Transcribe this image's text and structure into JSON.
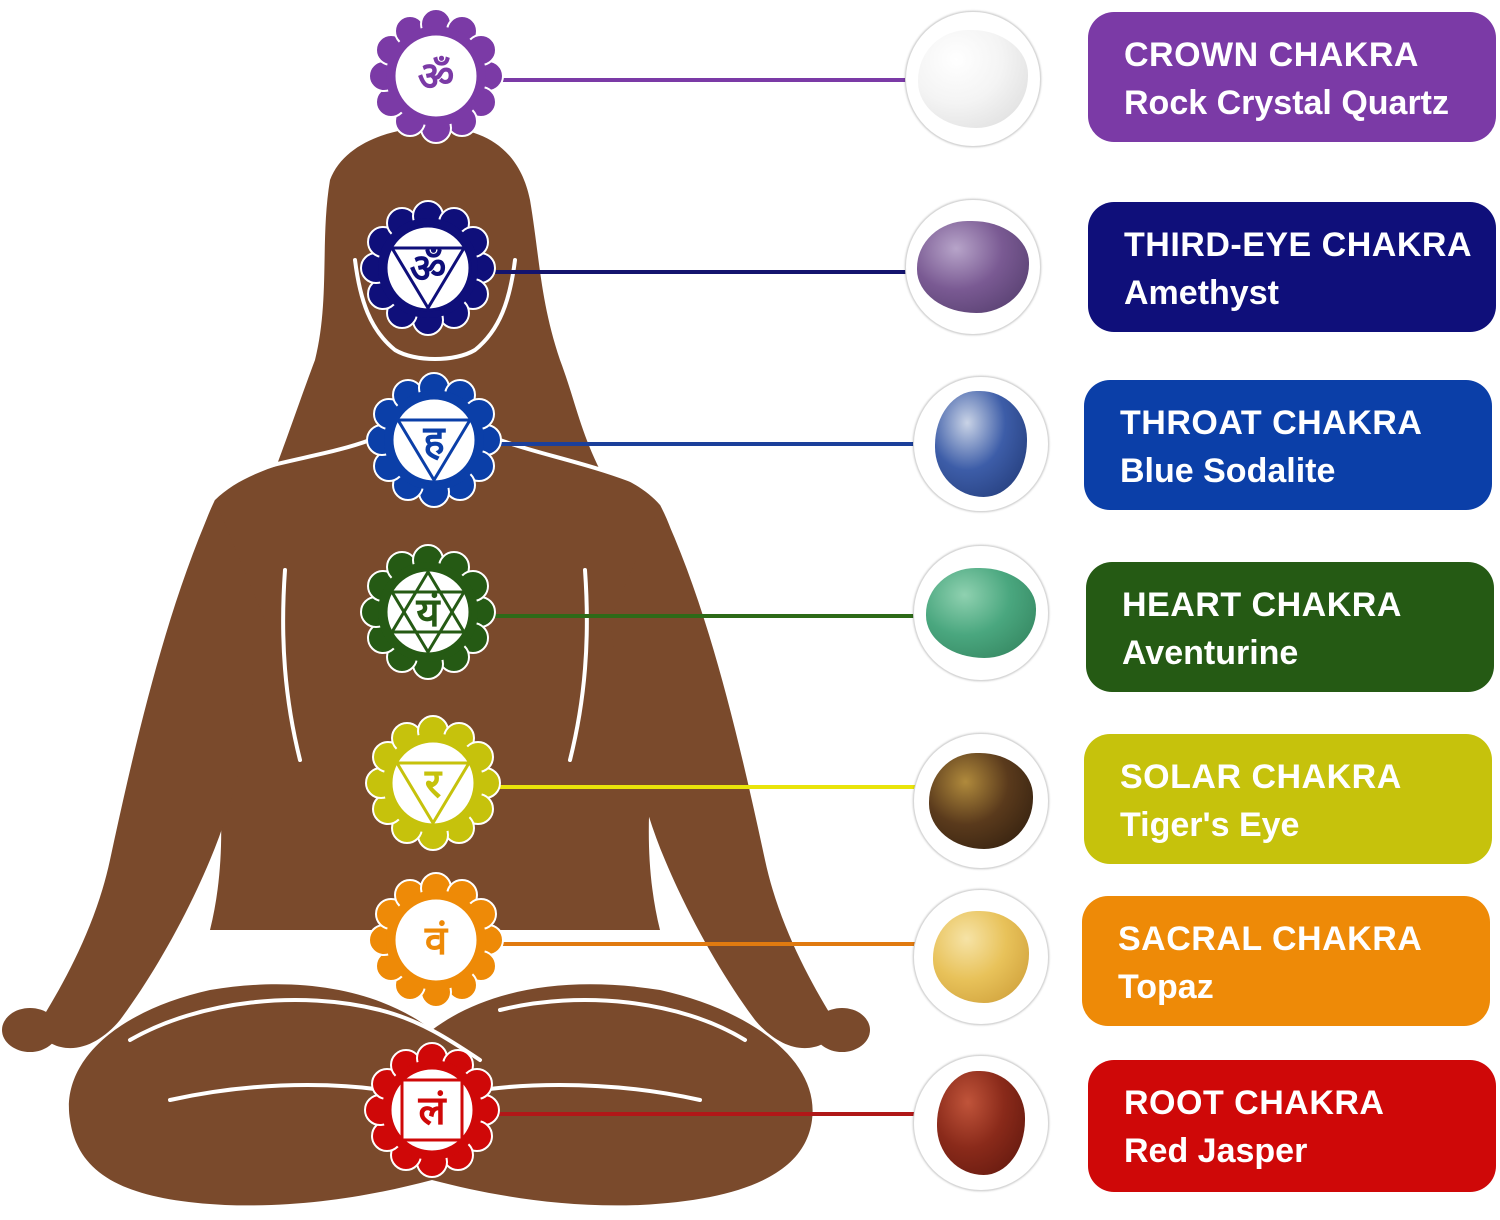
{
  "chakras": [
    {
      "id": "crown",
      "name": "CROWN CHAKRA",
      "stone": "Rock Crystal Quartz",
      "color": "#7b3aa6",
      "line_color": "#7b3aa6",
      "glyph": "ॐ",
      "stone_colors": [
        "#f4f4f4",
        "#d9d9d9",
        "#ffffff"
      ]
    },
    {
      "id": "third-eye",
      "name": "THIRD-EYE CHAKRA",
      "stone": "Amethyst",
      "color": "#0f0f7a",
      "line_color": "#14146e",
      "glyph": "ॐ",
      "stone_colors": [
        "#7a5a93",
        "#4d3866",
        "#b7a4c9"
      ]
    },
    {
      "id": "throat",
      "name": "THROAT CHAKRA",
      "stone": "Blue Sodalite",
      "color": "#0b3fa8",
      "line_color": "#1b3f9a",
      "glyph": "ह",
      "stone_colors": [
        "#3d5da8",
        "#1e3570",
        "#c9d3e6"
      ]
    },
    {
      "id": "heart",
      "name": "HEART CHAKRA",
      "stone": "Aventurine",
      "color": "#255a14",
      "line_color": "#2d6a18",
      "glyph": "यं",
      "stone_colors": [
        "#4aa77f",
        "#2f7d58",
        "#8fd1b0"
      ]
    },
    {
      "id": "solar",
      "name": "SOLAR CHAKRA",
      "stone": "Tiger's Eye",
      "color": "#c6c20c",
      "line_color": "#e9e40a",
      "glyph": "र",
      "stone_colors": [
        "#5a3a1c",
        "#2a1a0c",
        "#b08a3c"
      ]
    },
    {
      "id": "sacral",
      "name": "SACRAL CHAKRA",
      "stone": "Topaz",
      "color": "#ee8a07",
      "line_color": "#e07a10",
      "glyph": "वं",
      "stone_colors": [
        "#e8c25a",
        "#c99833",
        "#f6e3a6"
      ]
    },
    {
      "id": "root",
      "name": "ROOT CHAKRA",
      "stone": "Red Jasper",
      "color": "#cf0808",
      "line_color": "#b01818",
      "glyph": "लं",
      "stone_colors": [
        "#8a2a1a",
        "#5a150c",
        "#c0543a"
      ]
    }
  ],
  "figure": {
    "body_color": "#7a4a2c",
    "outline_color": "#ffffff"
  }
}
